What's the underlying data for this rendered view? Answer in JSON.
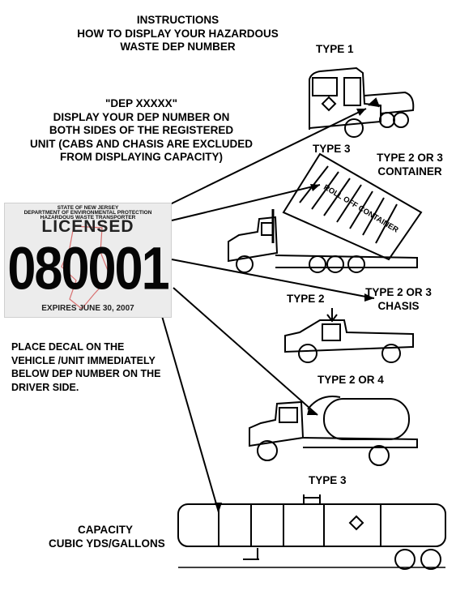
{
  "instructions": {
    "line1": "INSTRUCTIONS",
    "line2": "HOW TO DISPLAY YOUR HAZARDOUS",
    "line3": "WASTE DEP NUMBER"
  },
  "dep_block": {
    "line1": "\"DEP XXXXX\"",
    "line2": "DISPLAY YOUR DEP NUMBER ON",
    "line3": "BOTH SIDES OF THE REGISTERED",
    "line4": "UNIT (CABS AND CHASIS ARE EXCLUDED",
    "line5": "FROM DISPLAYING CAPACITY)"
  },
  "decal": {
    "state": "STATE OF NEW JERSEY",
    "department": "DEPARTMENT OF ENVIRONMENTAL PROTECTION",
    "transporter": "HAZARDOUS WASTE TRANSPORTER",
    "licensed": "LICENSED",
    "number": "080001",
    "expires": "EXPIRES JUNE 30, 2007"
  },
  "place_decal": {
    "line1": "PLACE DECAL ON THE",
    "line2": "VEHICLE /UNIT IMMEDIATELY",
    "line3": "BELOW DEP NUMBER ON THE",
    "line4": "DRIVER SIDE."
  },
  "capacity": {
    "line1": "CAPACITY",
    "line2": "CUBIC YDS/GALLONS"
  },
  "labels": {
    "type1": "TYPE 1",
    "type3_top": "TYPE 3",
    "type23_container_1": "TYPE 2 OR 3",
    "type23_container_2": "CONTAINER",
    "rolloff": "ROLL OFF CONTAINER",
    "type2": "TYPE 2",
    "type23_chasis_1": "TYPE 2 OR 3",
    "type23_chasis_2": "CHASIS",
    "type2or4": "TYPE 2 OR 4",
    "type3_bottom": "TYPE 3"
  }
}
